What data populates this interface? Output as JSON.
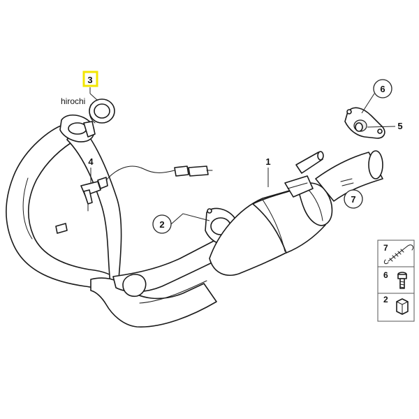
{
  "watermark": "hirochi",
  "callouts": {
    "c1": "1",
    "c2": "2",
    "c3": "3",
    "c4": "4",
    "c5": "5",
    "c6": "6",
    "c7": "7"
  },
  "legend": [
    {
      "label": "7",
      "icon": "spring-icon"
    },
    {
      "label": "6",
      "icon": "bolt-icon"
    },
    {
      "label": "2",
      "icon": "nut-icon"
    }
  ],
  "highlight_color": "#f2e600"
}
